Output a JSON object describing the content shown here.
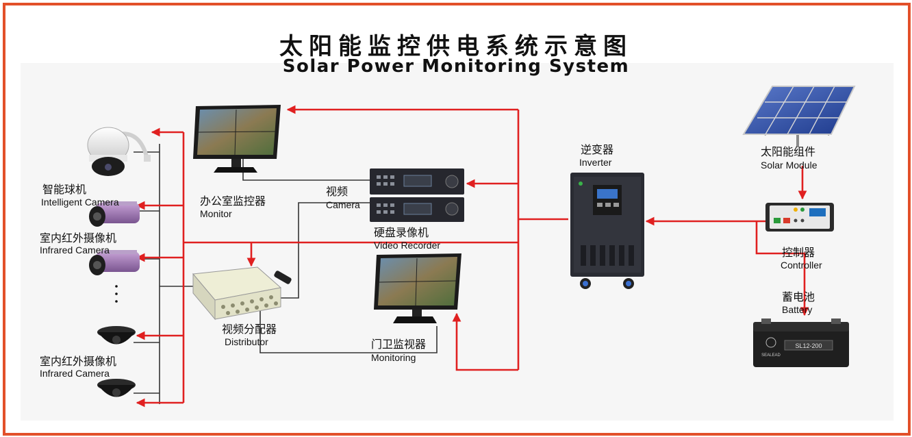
{
  "title": {
    "cn": "太阳能监控供电系统示意图",
    "en": "Solar Power Monitoring System"
  },
  "colors": {
    "frame": "#e2502a",
    "arrow": "#e02020",
    "wire": "#333333"
  },
  "components": {
    "solar_module": {
      "cn": "太阳能组件",
      "en": "Solar Module"
    },
    "controller": {
      "cn": "控制器",
      "en": "Controller"
    },
    "battery": {
      "cn": "蓄电池",
      "en": "Battery",
      "model": "SL12-200",
      "brand": "SEALEAD"
    },
    "inverter": {
      "cn": "逆变器",
      "en": "Inverter"
    },
    "video_recorder": {
      "cn": "硬盘录像机",
      "en": "Video Recorder"
    },
    "office_monitor": {
      "cn": "办公室监控器",
      "en": "Monitor"
    },
    "gate_monitor": {
      "cn": "门卫监视器",
      "en": "Monitoring"
    },
    "distributor": {
      "cn": "视频分配器",
      "en": "Distributor"
    },
    "video_camera": {
      "cn": "视频",
      "en": "Camera"
    },
    "dome_camera": {
      "cn": "智能球机",
      "en": "Intelligent Camera"
    },
    "infrared_camera_1": {
      "cn": "室内红外摄像机",
      "en": "Infrared Camera"
    },
    "infrared_camera_2": {
      "cn": "室内红外摄像机",
      "en": "Infrared Camera"
    }
  }
}
